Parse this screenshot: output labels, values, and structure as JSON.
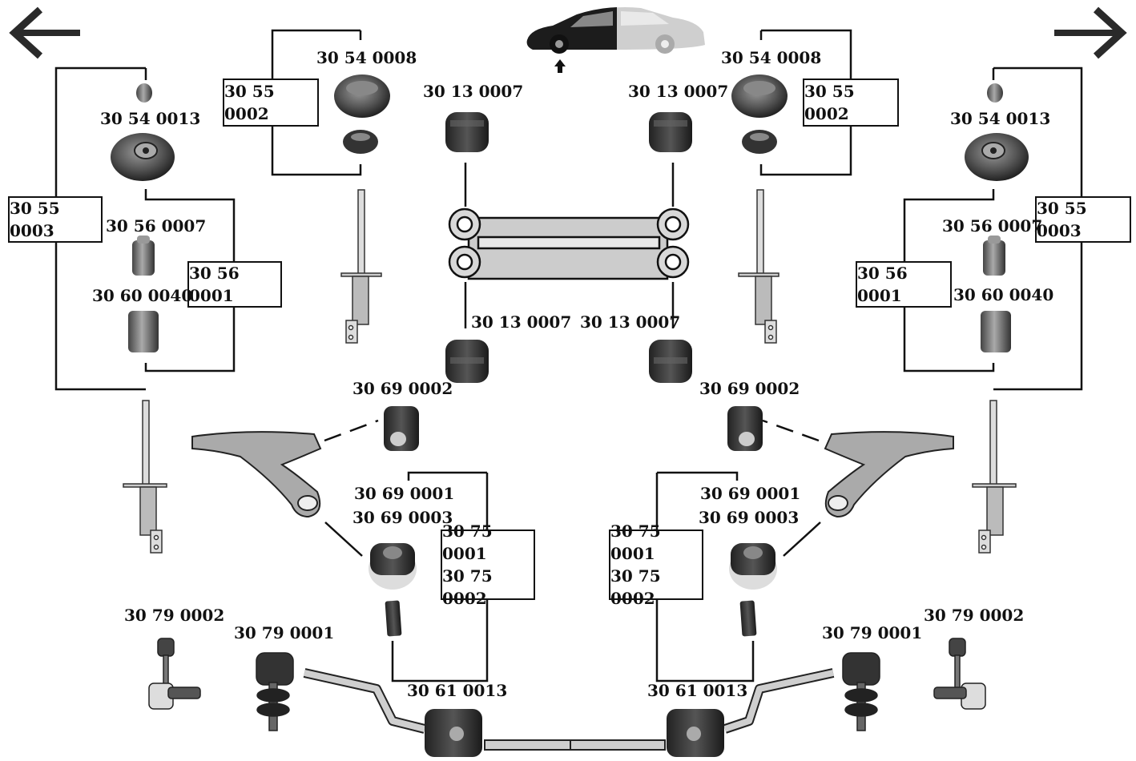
{
  "navigation": {
    "prev_icon": "arrow-left-icon",
    "next_icon": "arrow-right-icon"
  },
  "vehicle": {
    "icon": "car-side-icon",
    "marker_icon": "arrow-up-icon"
  },
  "left": {
    "ball_joint_cap": "",
    "strut_mount_top": "30 54 0013",
    "strut_mount_kit": "30 55 0003",
    "bump_stop": "30 56 0007",
    "protection_kit": "30 56 0001",
    "dust_boot": "30 60 0040",
    "upper_mount": "30 54 0008",
    "upper_mount_kit": "30 55 0002",
    "subframe_bushing_top": "30 13 0007",
    "subframe_bushing_bottom": "30 13 0007",
    "arm_bushing_front": "30 69 0002",
    "arm_bushing_rear_a": "30 69 0001",
    "arm_bushing_rear_b": "30 69 0003",
    "arm_kit_a": "30 75 0001",
    "arm_kit_b": "30 75 0002",
    "stabilizer_link_outer": "30 79 0002",
    "stabilizer_link_inner": "30 79 0001",
    "stabilizer_bushing": "30 61 0013"
  },
  "right": {
    "strut_mount_top": "30 54 0013",
    "strut_mount_kit": "30 55 0003",
    "bump_stop": "30 56 0007",
    "protection_kit": "30 56 0001",
    "dust_boot": "30 60 0040",
    "upper_mount": "30 54 0008",
    "upper_mount_kit": "30 55 0002",
    "subframe_bushing_top": "30 13 0007",
    "subframe_bushing_bottom": "30 13 0007",
    "arm_bushing_front": "30 69 0002",
    "arm_bushing_rear_a": "30 69 0001",
    "arm_bushing_rear_b": "30 69 0003",
    "arm_kit_a": "30 75 0001",
    "arm_kit_b": "30 75 0002",
    "stabilizer_link_outer": "30 79 0002",
    "stabilizer_link_inner": "30 79 0001",
    "stabilizer_bushing": "30 61 0013"
  },
  "colors": {
    "line": "#111111",
    "part_dark": "#333333",
    "part_mid": "#777777",
    "part_light": "#cfcfcf"
  }
}
